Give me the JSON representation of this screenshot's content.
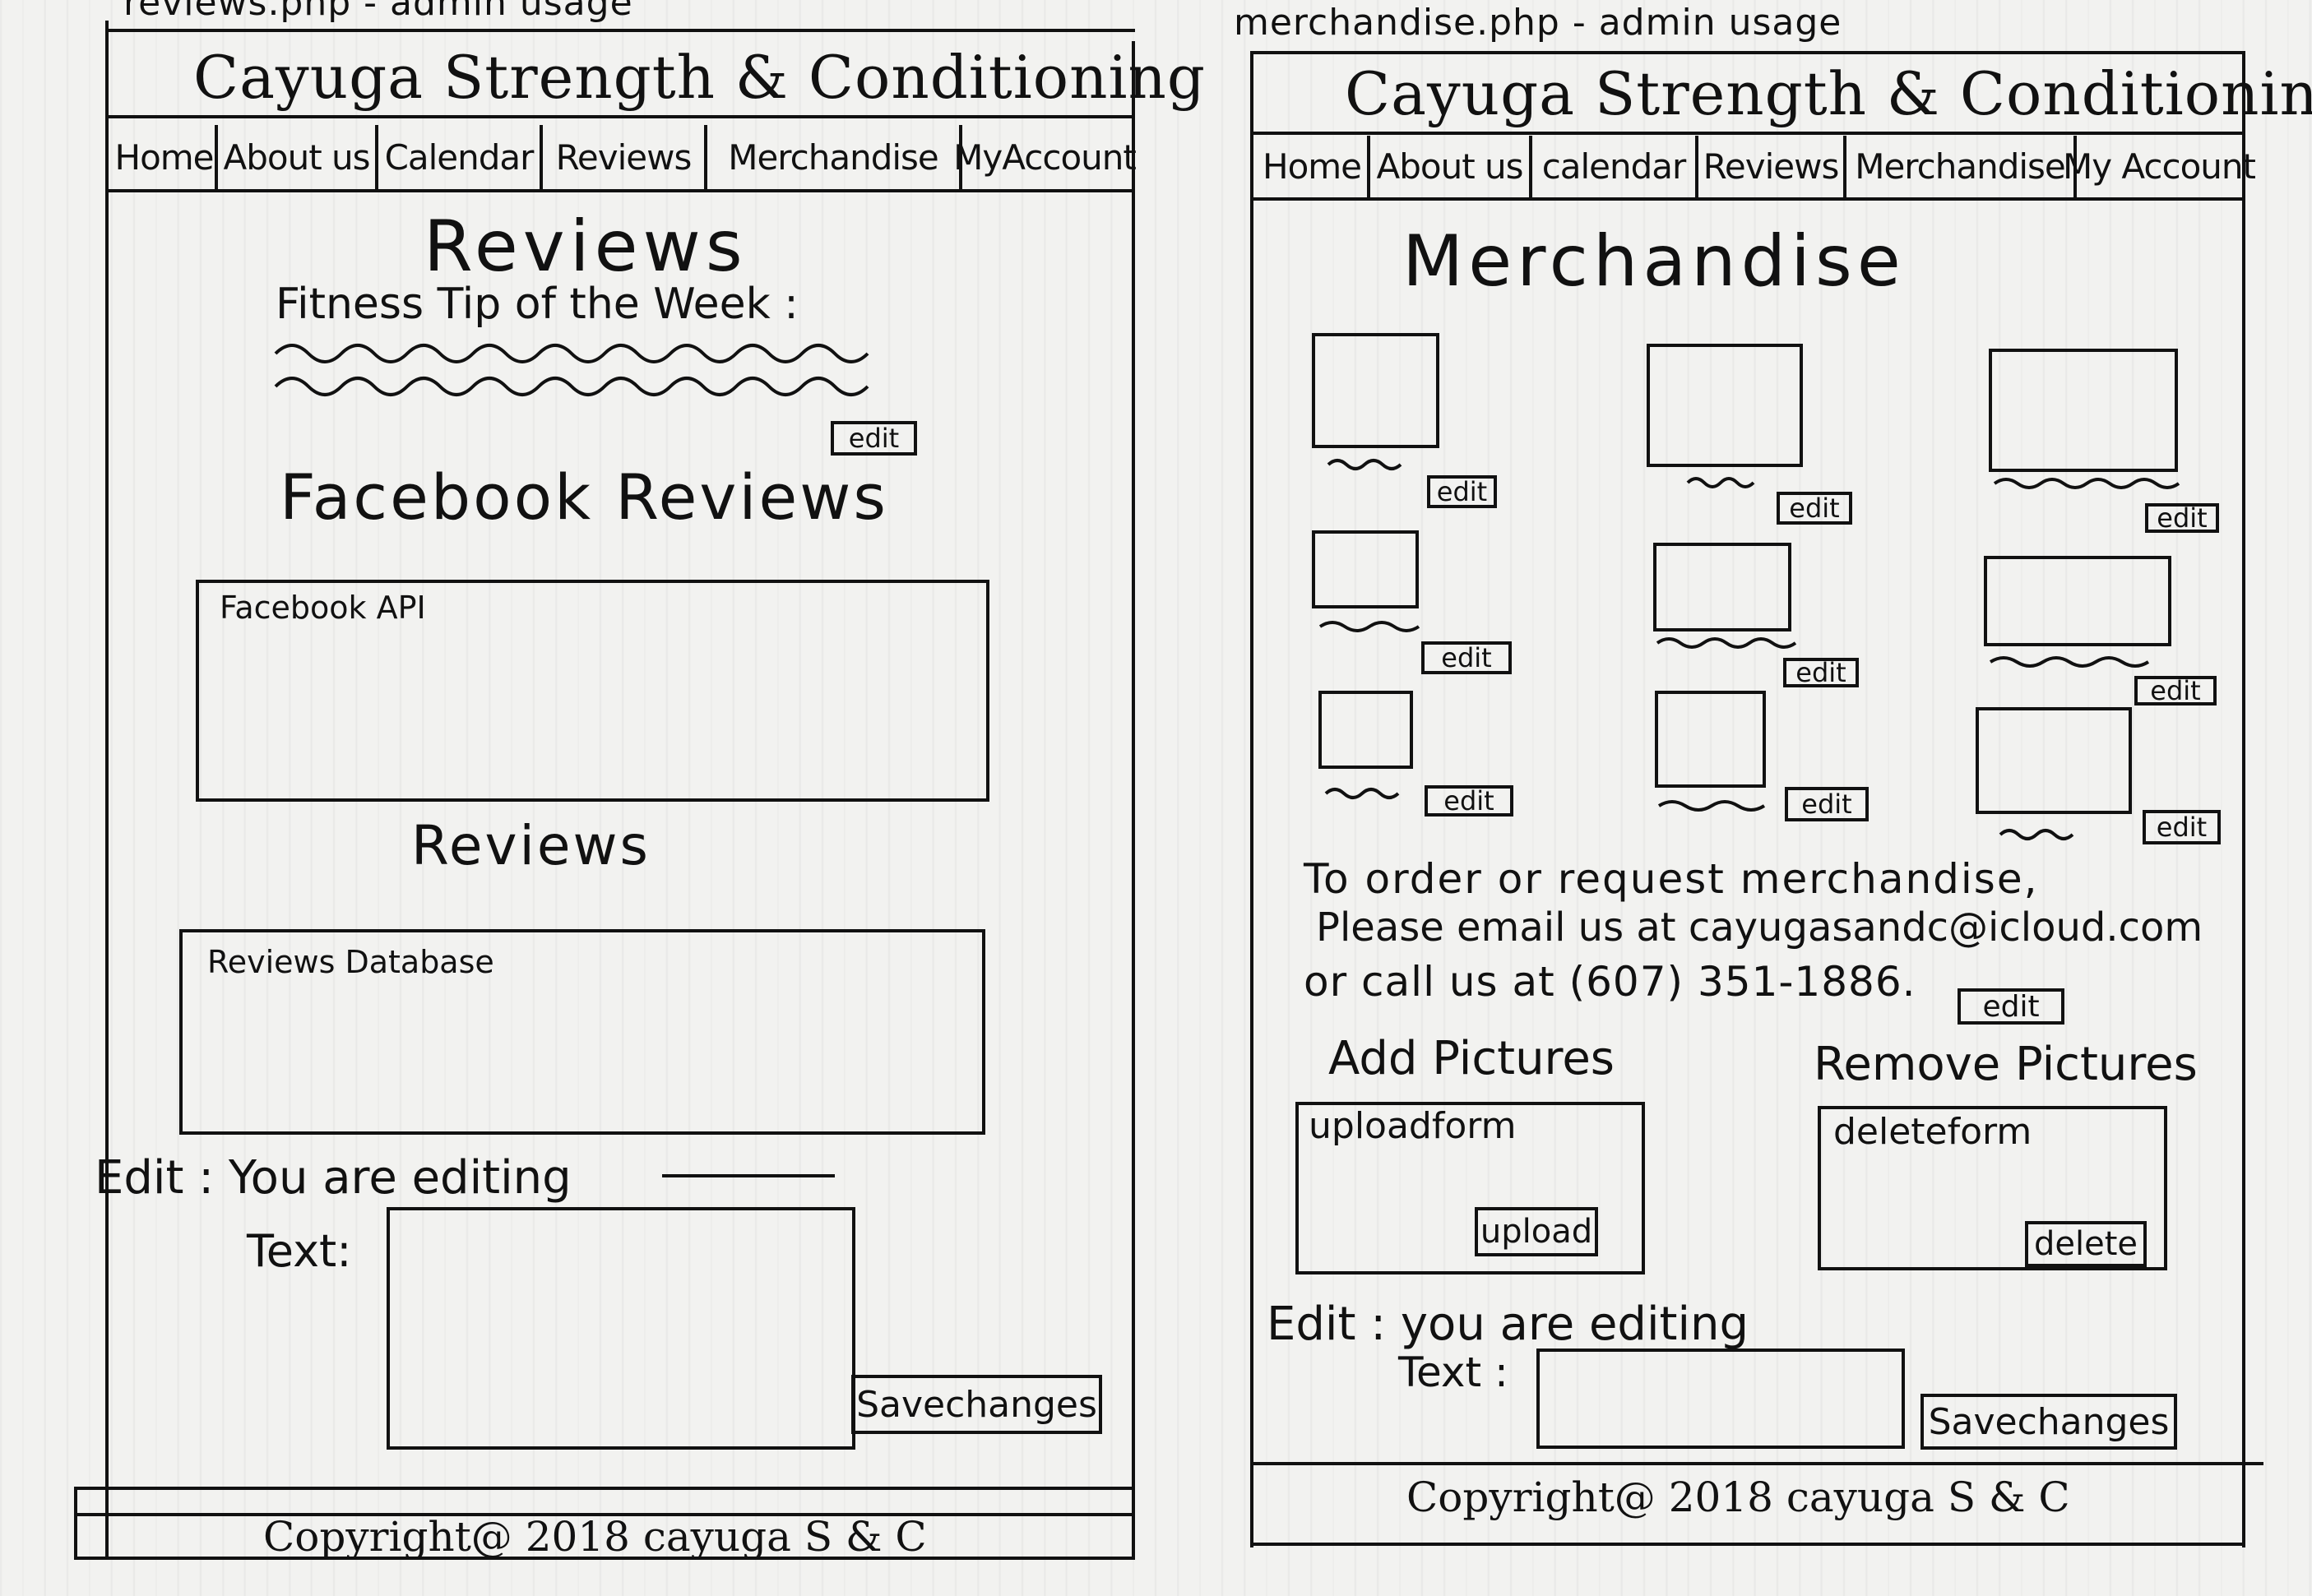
{
  "left_page": {
    "page_label": "reviews.php - admin usage",
    "site_title": "Cayuga Strength & Conditioning",
    "nav": [
      "Home",
      "About us",
      "Calendar",
      "Reviews",
      "Merchandise",
      "MyAccount"
    ],
    "heading": "Reviews",
    "tip_label": "Fitness Tip of the Week :",
    "tip_edit": "edit",
    "facebook_heading": "Facebook Reviews",
    "facebook_box": "Facebook API",
    "reviews_heading": "Reviews",
    "reviews_box": "Reviews Database",
    "edit_label": "Edit : You are editing",
    "text_label": "Text:",
    "save_button": "Savechanges",
    "footer": "Copyright@ 2018 cayuga S & C"
  },
  "right_page": {
    "page_label": "merchandise.php - admin usage",
    "site_title": "Cayuga Strength & Conditioning",
    "nav": [
      "Home",
      "About us",
      "calendar",
      "Reviews",
      "Merchandise",
      "My Account"
    ],
    "heading": "Merchandise",
    "item_edit": "edit",
    "order_line1": "To order or request merchandise,",
    "order_line2": "Please email us at cayugasandc@icloud.com",
    "order_line3": "or call us at (607) 351-1886.",
    "order_edit": "edit",
    "add_heading": "Add Pictures",
    "remove_heading": "Remove Pictures",
    "upload_form": "uploadform",
    "upload_button": "upload",
    "delete_form": "deleteform",
    "delete_button": "delete",
    "edit_label": "Edit : you are editing",
    "text_label": "Text :",
    "save_button": "Savechanges",
    "footer": "Copyright@ 2018 cayuga S & C"
  }
}
